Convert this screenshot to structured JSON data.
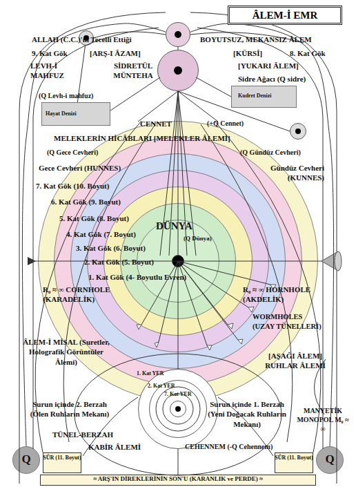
{
  "diagram": {
    "title": "ÂLEM-İ EMR",
    "nodes": [
      {
        "text": [
          "[ARŞ-I ÂZAM]",
          "[KÜRSÎ]"
        ]
      },
      {
        "text": [
          "LEVH-İ MAHFUZ"
        ]
      },
      {
        "text": [
          "SİDRETÜL MÜNTEHA"
        ]
      },
      {
        "text": [
          "(Q Levh-i mahfuz)",
          "Hayat Denizi"
        ]
      },
      {
        "text": [
          "Sidre Ağacı (Q sidre)",
          "Kudret Denizi"
        ]
      },
      {
        "text": [
          "(Q Gündüz Cevheri)"
        ]
      },
      {
        "text": [
          "7. Kat Gök (10. Boyut)"
        ]
      },
      {
        "text": [
          "6. Kat Gök (9. Boyut)"
        ],
        "in": 6
      },
      {
        "text": [
          "5. Kat Gök (8. Boyut)"
        ],
        "in": 7
      },
      {
        "text": [
          "4. Kat Gök (7. Boyut)"
        ],
        "in": 8
      },
      {
        "text": [
          "3. Kat Gök (6. Boyut)"
        ],
        "in": 9
      },
      {
        "text": [
          "2. Kat Gök (5. Boyut)"
        ],
        "in": 10
      },
      {
        "text": [
          "1. Kat Gök (4- Boyutlu Evren)"
        ],
        "in": 11
      },
      {
        "text": [
          "DÜNYA",
          "(Q Dünya)"
        ],
        "in": 12
      },
      {
        "text": [
          "1. Kat YER"
        ]
      },
      {
        "text": [
          "2. Kat YER"
        ],
        "in": 14
      },
      {
        "text": [
          "7. Kat YER"
        ],
        "in": 15
      },
      {
        "text": [
          "Q"
        ]
      },
      {
        "text": [
          "SÛR (11. Boyut)"
        ]
      },
      {
        "text": [
          "SÛR (11. Boyut)"
        ]
      },
      {
        "text": [
          "Q"
        ]
      },
      {
        "text": [
          "≈ ARŞ'IN DİREKLERİNİN SON'U (KARANLIK ve PERDE) ≈"
        ]
      }
    ],
    "edges": [
      {
        "from": 0,
        "to": 2,
        "arrow": "none"
      },
      {
        "from": 1,
        "to": 3,
        "arrow": "none"
      },
      {
        "from": 2,
        "to": 13,
        "arrow": "none"
      },
      {
        "from": 13,
        "to": 14,
        "arrow": "none"
      },
      {
        "from": 17,
        "to": 0,
        "arrow": "none"
      },
      {
        "from": 20,
        "to": 0,
        "arrow": "none"
      }
    ],
    "labels": [
      "ALLAH (C.C.)'ın Tecelli Ettiği",
      "BOYUTSUZ, MEKANSIZ ÂLEM",
      "9. Kat Gök",
      "8. Kat Gök",
      "[YUKARI ÂLEM]",
      "CENNET",
      "(+Q Cennet)",
      "MELEKLERİN HİCÂBLARI [MELEKLER ÂLEMİ]",
      "(Q Gece Cevheri)",
      "Gece Cevheri (HUNNES)",
      "Gündüz Cevheri (KUNNES)",
      "R₀ ≈ ∞ CORNHOLE (KARADELİK)",
      "R₀ ≈ ∞ HORNHOLE (AKDELİK)",
      "WORMHOLES (UZAY TÜNELLERİ)",
      "ÂLEM-İ MİSAL (Suretler, Holografik Görüntüler Âlemi)",
      "[AŞAĞI ÂLEM] RUHLAR ÂLEMİ",
      "Surun içinde 2. Berzah (Ölen Ruhların Mekanı)",
      "Surun içinde 1. Berzah (Yeni Doğacak Ruhların Mekanı)",
      "TÜNEL-BERZAH",
      "KABİR ÂLEMİ",
      "CEHENNEM (-Q Cehennem)",
      "MANYETİK MONOPOL M₀ ≈ ∞"
    ]
  }
}
